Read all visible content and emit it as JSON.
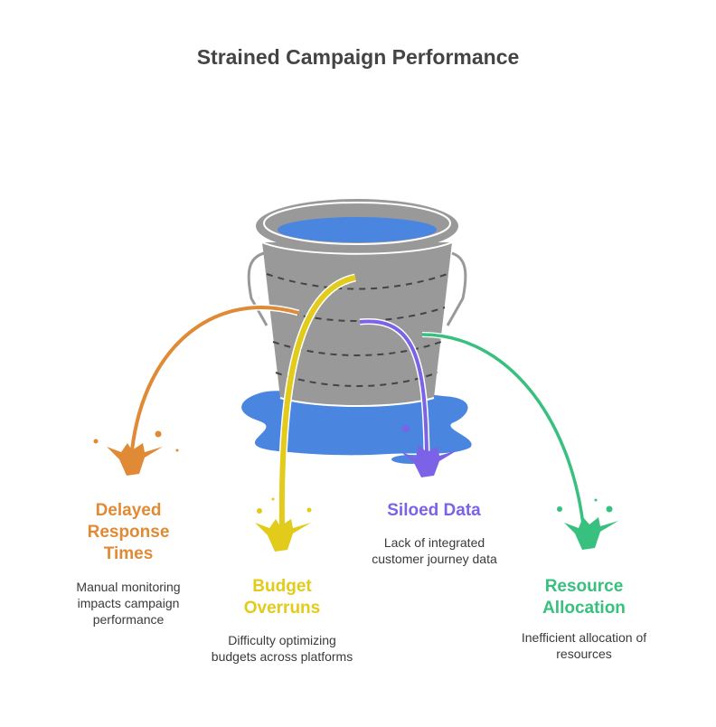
{
  "title": "Strained Campaign Performance",
  "colors": {
    "bucket": "#999999",
    "bucket_dark": "#444444",
    "water": "#4a86e0",
    "delayed": "#e08a35",
    "budget": "#e2cb1b",
    "siloed": "#7b62e6",
    "resource": "#38c07f",
    "text": "#3a3a3a"
  },
  "items": [
    {
      "id": "delayed",
      "title": "Delayed Response Times",
      "title_lines": [
        "Delayed",
        "Response",
        "Times"
      ],
      "description": "Manual monitoring impacts campaign performance",
      "icon": "splash-icon"
    },
    {
      "id": "budget",
      "title": "Budget Overruns",
      "title_lines": [
        "Budget",
        "Overruns"
      ],
      "description": "Difficulty optimizing budgets across platforms",
      "icon": "splash-icon"
    },
    {
      "id": "siloed",
      "title": "Siloed Data",
      "title_lines": [
        "Siloed Data"
      ],
      "description": "Lack of integrated customer journey data",
      "icon": "splash-icon"
    },
    {
      "id": "resource",
      "title": "Resource Allocation",
      "title_lines": [
        "Resource",
        "Allocation"
      ],
      "description": "Inefficient allocation of resources",
      "icon": "splash-icon"
    }
  ],
  "central_icon": "leaking-bucket-icon"
}
